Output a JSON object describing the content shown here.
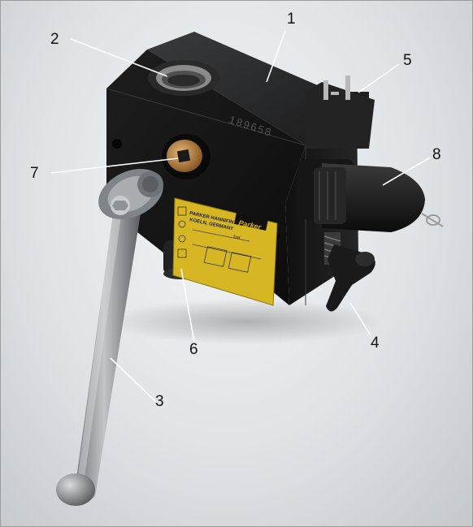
{
  "callouts": {
    "c1": "1",
    "c2": "2",
    "c3": "3",
    "c4": "4",
    "c5": "5",
    "c6": "6",
    "c7": "7",
    "c8": "8"
  },
  "serial_number": "189658",
  "nameplate": {
    "brand_text": "PARKER HANNIFIN",
    "location_text": "KOELN, GERMANY",
    "logo_text": "Parker",
    "unit_text": "bar"
  },
  "colors": {
    "background_center": "#f4f6f7",
    "background_edge": "#c3c8cc",
    "valve_body": "#141414",
    "nameplate": "#d6b623",
    "handle_metal": "#8d9296"
  }
}
